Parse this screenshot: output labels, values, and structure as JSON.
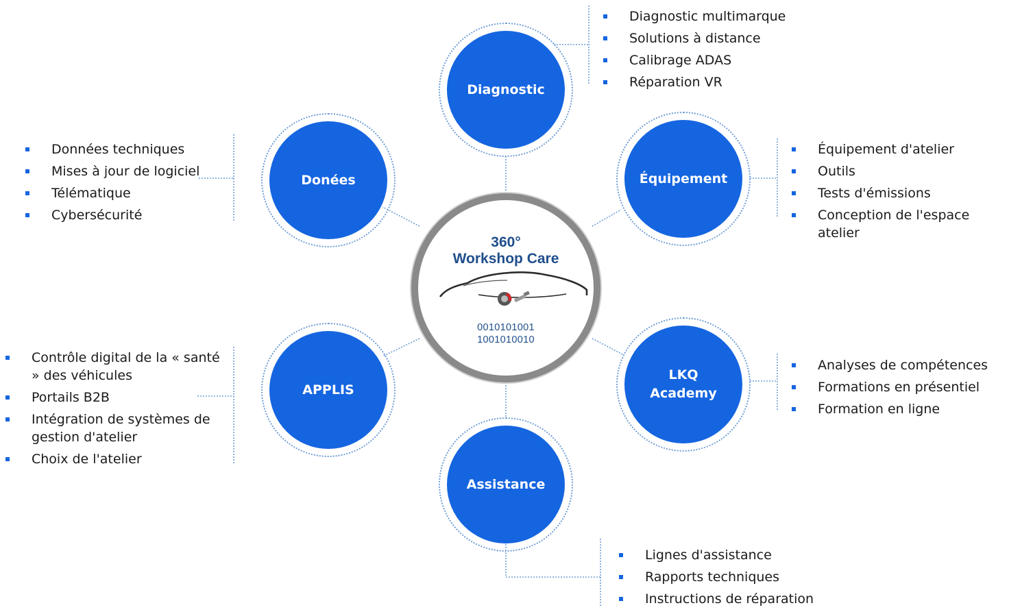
{
  "hub": {
    "title_line1": "360°",
    "title_line2": "Workshop Care",
    "code_line1": "0010101001",
    "code_line2": "1001010010"
  },
  "nodes": {
    "diagnostic": "Diagnostic",
    "donees": "Donées",
    "equipement": "Équipement",
    "applis": "APPLIS",
    "academy_line1": "LKQ",
    "academy_line2": "Academy",
    "assistance": "Assistance"
  },
  "lists": {
    "diagnostic": [
      "Diagnostic multimarque",
      "Solutions à distance",
      "Calibrage ADAS",
      "Réparation VR"
    ],
    "donees": [
      "Données techniques",
      "Mises à jour de logiciel",
      "Télématique",
      "Cybersécurité"
    ],
    "equipement": [
      "Équipement d'atelier",
      "Outils",
      "Tests d'émissions",
      "Conception de l'espace atelier"
    ],
    "applis": [
      "Contrôle digital de la « santé » des véhicules",
      "Portails B2B",
      "Intégration de systèmes de gestion d'atelier",
      "Choix de l'atelier"
    ],
    "academy": [
      "Analyses de compétences",
      "Formations en présentiel",
      "Formation en ligne"
    ],
    "assistance": [
      "Lignes d'assistance",
      "Rapports techniques",
      "Instructions de réparation"
    ]
  },
  "colors": {
    "node_fill": "#1565e0",
    "bullet": "#1565e0",
    "hub_ring": "#8a8a8a",
    "hub_text": "#1f4e8c",
    "connector": "#6f9ed6"
  }
}
